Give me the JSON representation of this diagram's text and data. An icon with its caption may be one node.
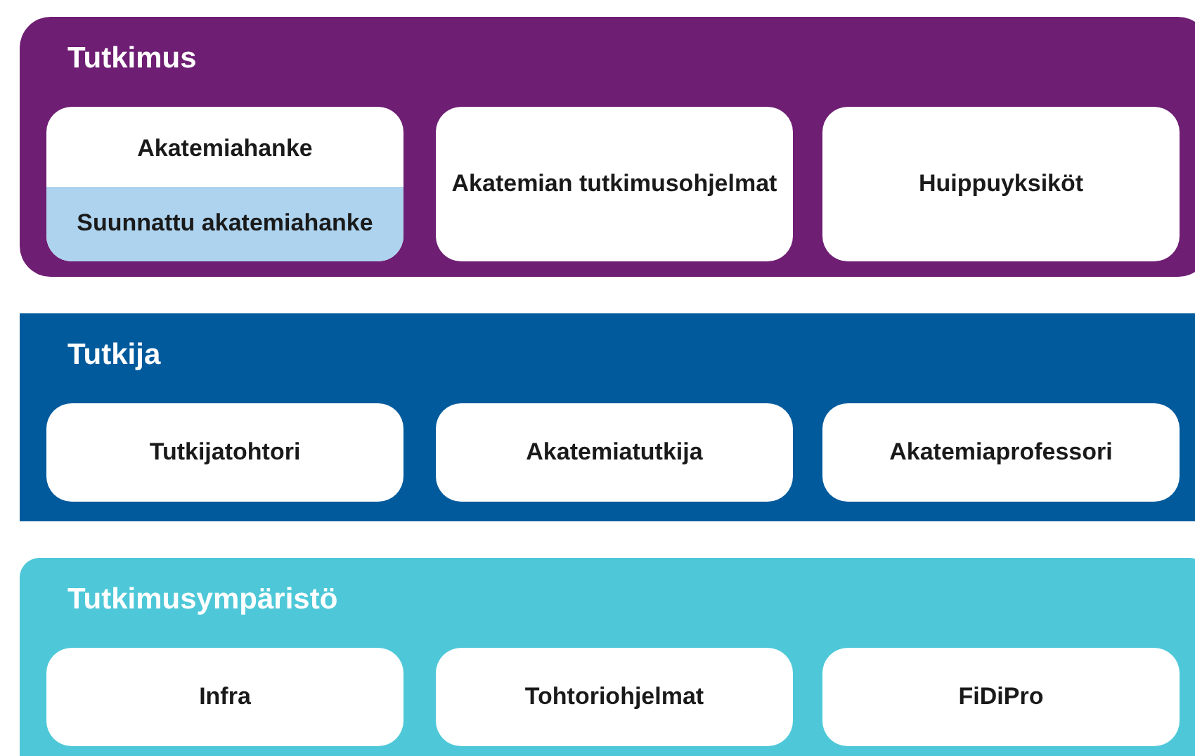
{
  "diagram": {
    "nodes": [
      {
        "text": [
          "Tutkimus"
        ]
      },
      {
        "text": [
          "Akatemiahanke"
        ],
        "in": 0
      },
      {
        "text": [
          "Suunnattu akatemiahanke"
        ],
        "in": 1
      },
      {
        "text": [
          "Akatemian tutkimusohjelmat"
        ],
        "in": 0
      },
      {
        "text": [
          "Huippuyksiköt"
        ],
        "in": 0
      },
      {
        "text": [
          "Tutkija"
        ]
      },
      {
        "text": [
          "Tutkijatohtori"
        ],
        "in": 5
      },
      {
        "text": [
          "Akatemiatutkija"
        ],
        "in": 5
      },
      {
        "text": [
          "Akatemiaprofessori"
        ],
        "in": 5
      },
      {
        "text": [
          "Tutkimusympäristö"
        ]
      },
      {
        "text": [
          "Infra"
        ],
        "in": 9
      },
      {
        "text": [
          "Tohtoriohjelmat"
        ],
        "in": 9
      },
      {
        "text": [
          "FiDiPro"
        ],
        "in": 9
      }
    ]
  }
}
